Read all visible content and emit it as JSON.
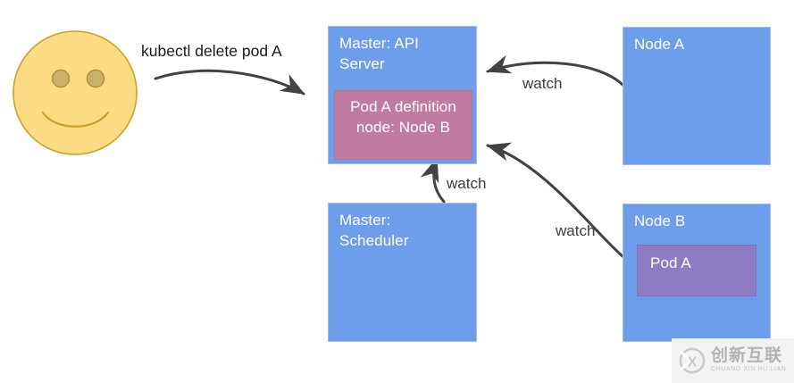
{
  "diagram": {
    "title": "kubectl delete pod A flow",
    "colors": {
      "node_blue": "#6d9eeb",
      "pod_definition_pink": "#c27ba0",
      "pod_purple": "#8e7cc3",
      "arrow_gray": "#434343",
      "face_yellow": "#fbdc84",
      "face_outline": "#c9a227"
    },
    "actor": {
      "name": "smiley-face-user",
      "command_label": "kubectl delete pod A"
    },
    "boxes": [
      {
        "id": "master-api-server",
        "label": "Master: API\nServer",
        "inner": {
          "id": "pod-a-definition",
          "label": "Pod A definition\nnode: Node B"
        }
      },
      {
        "id": "master-scheduler",
        "label": "Master:\nScheduler",
        "inner": null
      },
      {
        "id": "node-a",
        "label": "Node A",
        "inner": null
      },
      {
        "id": "node-b",
        "label": "Node B",
        "inner": {
          "id": "pod-a",
          "label": "Pod A"
        }
      }
    ],
    "edges": [
      {
        "id": "edge-user-to-api",
        "label": "",
        "from": "smiley-face-user",
        "to": "master-api-server"
      },
      {
        "id": "edge-node-a-watch",
        "label": "watch",
        "from": "node-a",
        "to": "master-api-server"
      },
      {
        "id": "edge-scheduler-watch",
        "label": "watch",
        "from": "master-scheduler",
        "to": "master-api-server"
      },
      {
        "id": "edge-node-b-watch",
        "label": "watch",
        "from": "node-b",
        "to": "master-api-server"
      }
    ]
  },
  "watermark": {
    "cn": "创新互联",
    "pinyin": "CHUANG XIN HU LIAN",
    "logo_letter": "X"
  }
}
